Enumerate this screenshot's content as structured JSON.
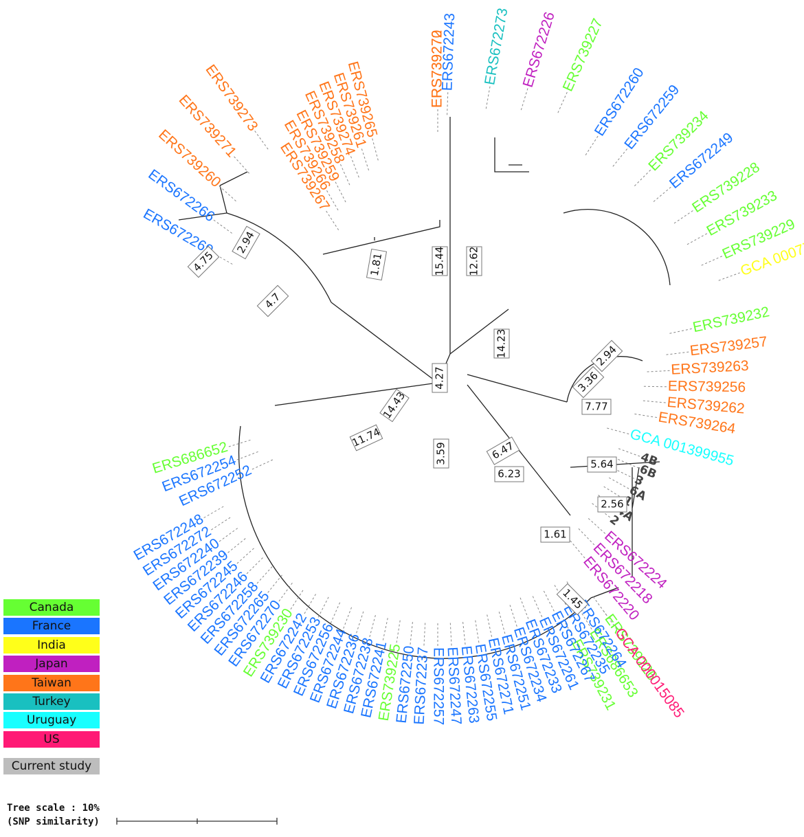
{
  "legend": [
    {
      "name": "Canada",
      "color": "#66ff33"
    },
    {
      "name": "France",
      "color": "#1a75ff"
    },
    {
      "name": "India",
      "color": "#ffff1a"
    },
    {
      "name": "Japan",
      "color": "#c020c0"
    },
    {
      "name": "Taiwan",
      "color": "#ff7519"
    },
    {
      "name": "Turkey",
      "color": "#19c0c0"
    },
    {
      "name": "Uruguay",
      "color": "#19ffff"
    },
    {
      "name": "US",
      "color": "#ff1a75"
    }
  ],
  "current_study": {
    "label": "Current study",
    "color": "#444444"
  },
  "scale": {
    "line1": "Tree scale : 10%",
    "line2": "(SNP similarity)"
  },
  "branch_support": [
    "4.75",
    "2.94",
    "4.7",
    "1.81",
    "15.44",
    "12.62",
    "14.43",
    "11.74",
    "4.27",
    "3.59",
    "14.23",
    "6.47",
    "2.94",
    "3.36",
    "7.77",
    "5.64",
    "6.23",
    "2.56",
    "1.61",
    "1.45"
  ],
  "leaves": [
    {
      "label": "ERS672243",
      "country": "France"
    },
    {
      "label": "ERS672273",
      "country": "Turkey"
    },
    {
      "label": "ERS672226",
      "country": "Japan"
    },
    {
      "label": "ERS739227",
      "country": "Canada"
    },
    {
      "label": "ERS672260",
      "country": "France"
    },
    {
      "label": "ERS672259",
      "country": "France"
    },
    {
      "label": "ERS739234",
      "country": "Canada"
    },
    {
      "label": "ERS672249",
      "country": "France"
    },
    {
      "label": "ERS739228",
      "country": "Canada"
    },
    {
      "label": "ERS739233",
      "country": "Canada"
    },
    {
      "label": "ERS739229",
      "country": "Canada"
    },
    {
      "label": "ERS739226",
      "country": "Canada"
    },
    {
      "label": "ERS686653",
      "country": "Canada"
    },
    {
      "label": "ERS739231",
      "country": "Canada"
    },
    {
      "label": "GCA 000773615",
      "country": "India"
    },
    {
      "label": "ERS739232",
      "country": "Canada"
    },
    {
      "label": "ERS739257",
      "country": "Taiwan"
    },
    {
      "label": "ERS739263",
      "country": "Taiwan"
    },
    {
      "label": "ERS739256",
      "country": "Taiwan"
    },
    {
      "label": "ERS739262",
      "country": "Taiwan"
    },
    {
      "label": "ERS739264",
      "country": "Taiwan"
    },
    {
      "label": "GCA 001399955",
      "country": "Uruguay"
    },
    {
      "label": "4B",
      "country": "Current study"
    },
    {
      "label": "6B",
      "country": "Current study"
    },
    {
      "label": "3",
      "country": "Current study"
    },
    {
      "label": "6A",
      "country": "Current study"
    },
    {
      "label": "1",
      "country": "Current study"
    },
    {
      "label": "4A",
      "country": "Current study"
    },
    {
      "label": "2",
      "country": "Current study"
    },
    {
      "label": "ERS672224",
      "country": "Japan"
    },
    {
      "label": "ERS672218",
      "country": "Japan"
    },
    {
      "label": "ERS672220",
      "country": "Japan"
    },
    {
      "label": "GCA 000015085",
      "country": "US"
    },
    {
      "label": "ERS672264",
      "country": "France"
    },
    {
      "label": "ERS672235",
      "country": "France"
    },
    {
      "label": "ERS672267",
      "country": "France"
    },
    {
      "label": "ERS672261",
      "country": "France"
    },
    {
      "label": "ERS672233",
      "country": "France"
    },
    {
      "label": "ERS672234",
      "country": "France"
    },
    {
      "label": "ERS672251",
      "country": "France"
    },
    {
      "label": "ERS672271",
      "country": "France"
    },
    {
      "label": "ERS672255",
      "country": "France"
    },
    {
      "label": "ERS672263",
      "country": "France"
    },
    {
      "label": "ERS672247",
      "country": "France"
    },
    {
      "label": "ERS672257",
      "country": "France"
    },
    {
      "label": "ERS672237",
      "country": "France"
    },
    {
      "label": "ERS672250",
      "country": "France"
    },
    {
      "label": "ERS739225",
      "country": "Canada"
    },
    {
      "label": "ERS672241",
      "country": "France"
    },
    {
      "label": "ERS672238",
      "country": "France"
    },
    {
      "label": "ERS672236",
      "country": "France"
    },
    {
      "label": "ERS672244",
      "country": "France"
    },
    {
      "label": "ERS672256",
      "country": "France"
    },
    {
      "label": "ERS672253",
      "country": "France"
    },
    {
      "label": "ERS672242",
      "country": "France"
    },
    {
      "label": "ERS739230",
      "country": "Canada"
    },
    {
      "label": "ERS672270",
      "country": "France"
    },
    {
      "label": "ERS672265",
      "country": "France"
    },
    {
      "label": "ERS672258",
      "country": "France"
    },
    {
      "label": "ERS672246",
      "country": "France"
    },
    {
      "label": "ERS672245",
      "country": "France"
    },
    {
      "label": "ERS672239",
      "country": "France"
    },
    {
      "label": "ERS672240",
      "country": "France"
    },
    {
      "label": "ERS672272",
      "country": "France"
    },
    {
      "label": "ERS672248",
      "country": "France"
    },
    {
      "label": "ERS672252",
      "country": "France"
    },
    {
      "label": "ERS672254",
      "country": "France"
    },
    {
      "label": "ERS686652",
      "country": "Canada"
    },
    {
      "label": "ERS672269",
      "country": "France"
    },
    {
      "label": "ERS672266",
      "country": "France"
    },
    {
      "label": "ERS739260",
      "country": "Taiwan"
    },
    {
      "label": "ERS739271",
      "country": "Taiwan"
    },
    {
      "label": "ERS739273",
      "country": "Taiwan"
    },
    {
      "label": "ERS739267",
      "country": "Taiwan"
    },
    {
      "label": "ERS739266",
      "country": "Taiwan"
    },
    {
      "label": "ERS739259",
      "country": "Taiwan"
    },
    {
      "label": "ERS739258",
      "country": "Taiwan"
    },
    {
      "label": "ERS739274",
      "country": "Taiwan"
    },
    {
      "label": "ERS739261",
      "country": "Taiwan"
    },
    {
      "label": "ERS739265",
      "country": "Taiwan"
    },
    {
      "label": "ERS739272",
      "country": "Taiwan"
    },
    {
      "label": "ERS739270",
      "country": "Taiwan"
    }
  ]
}
